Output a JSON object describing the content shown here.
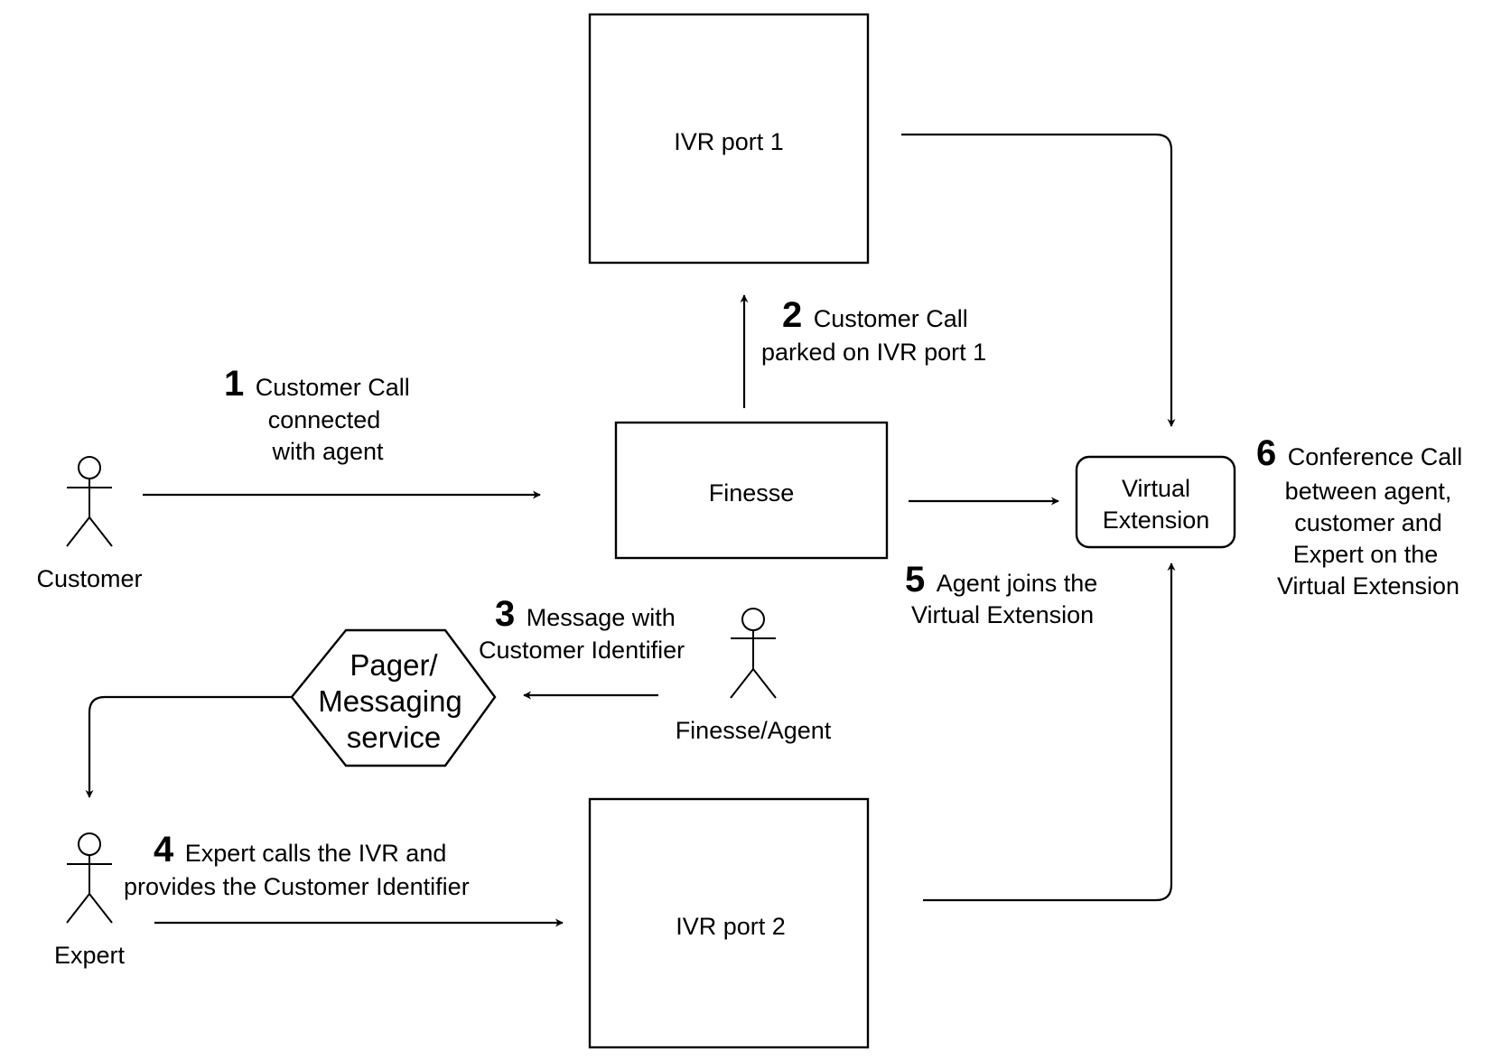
{
  "nodes": {
    "ivr_port_1": "IVR port 1",
    "ivr_port_2": "IVR port 2",
    "finesse": "Finesse",
    "virtual_extension": [
      "Virtual",
      "Extension"
    ],
    "pager": [
      "Pager/",
      "Messaging",
      "service"
    ]
  },
  "actors": {
    "customer": "Customer",
    "expert": "Expert",
    "agent": "Finesse/Agent"
  },
  "steps": {
    "s1": {
      "num": "1",
      "lines": [
        "Customer Call",
        "connected",
        "with agent"
      ]
    },
    "s2": {
      "num": "2",
      "lines": [
        "Customer Call",
        "parked on IVR port 1"
      ]
    },
    "s3": {
      "num": "3",
      "lines": [
        "Message with",
        "Customer Identifier"
      ]
    },
    "s4": {
      "num": "4",
      "lines": [
        "Expert calls the IVR and",
        "provides the Customer Identifier"
      ]
    },
    "s5": {
      "num": "5",
      "lines": [
        "Agent joins the",
        "Virtual Extension"
      ]
    },
    "s6": {
      "num": "6",
      "lines": [
        "Conference Call",
        "between agent,",
        "customer and",
        "Expert on the",
        "Virtual Extension"
      ]
    }
  }
}
